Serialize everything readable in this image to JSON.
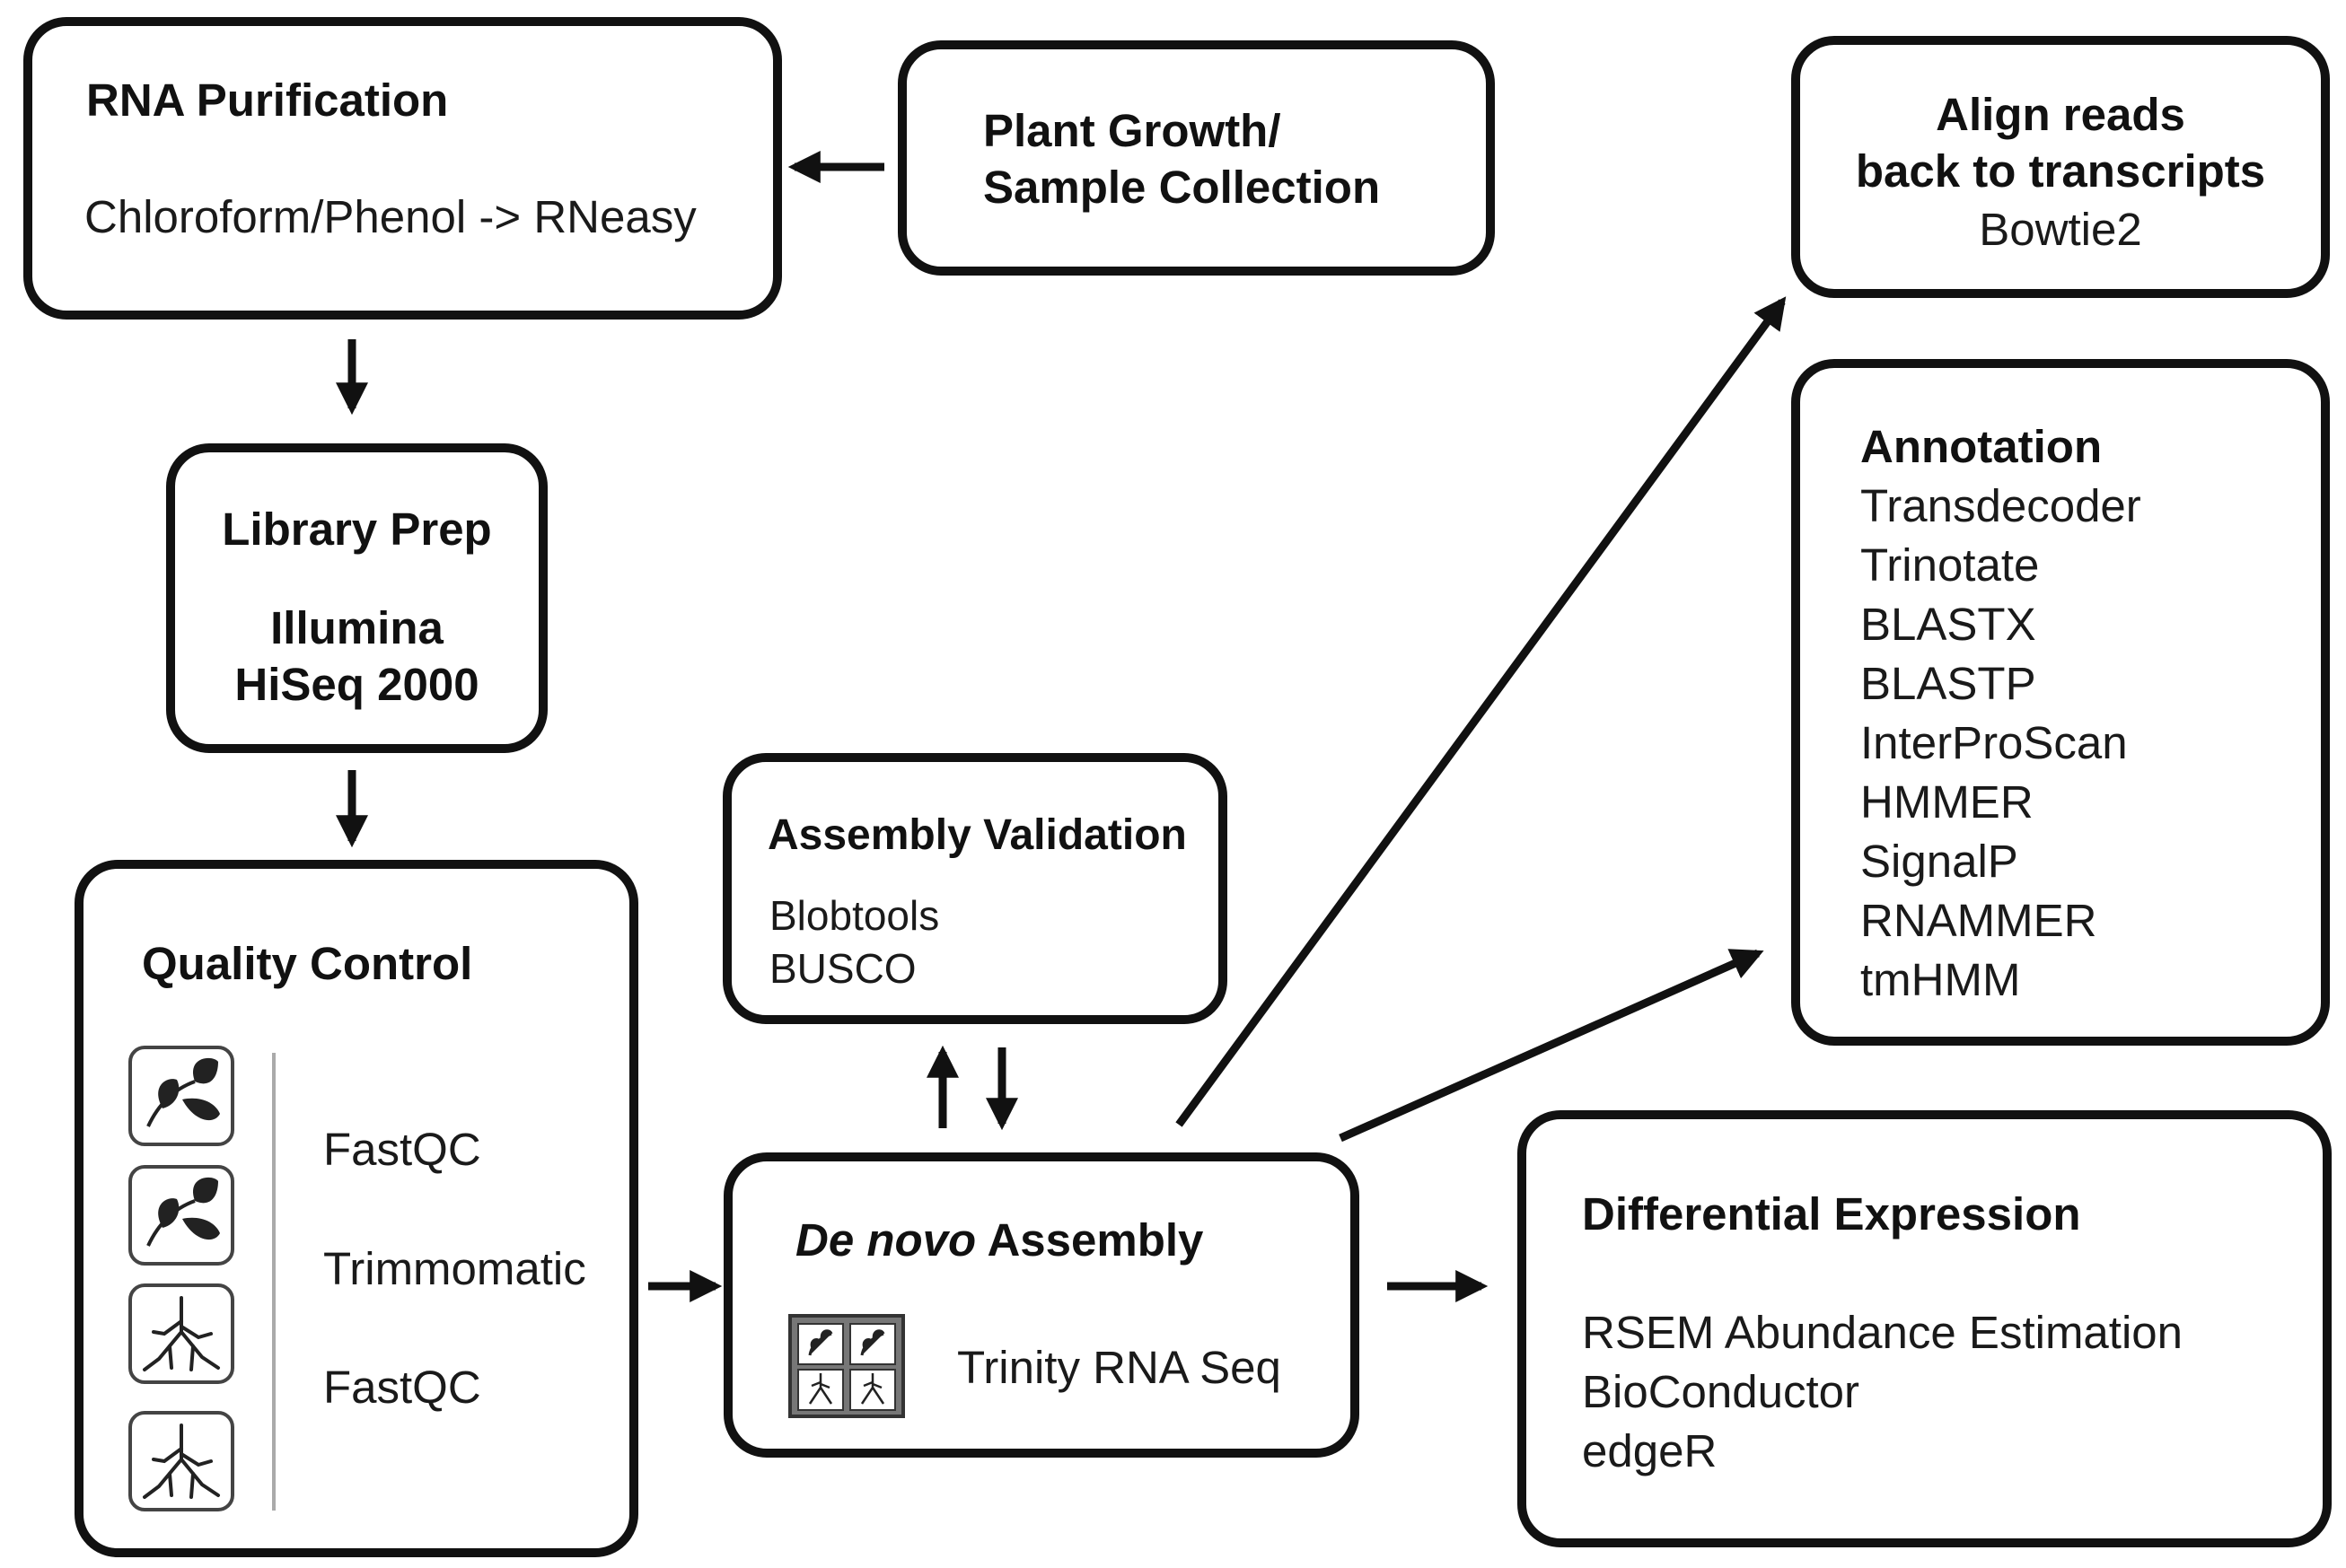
{
  "rna_purification": {
    "title": "RNA Purification",
    "body": "Chloroform/Phenol -> RNeasy"
  },
  "plant_growth": {
    "line1": "Plant Growth/",
    "line2": "Sample Collection"
  },
  "library_prep": {
    "title": "Library Prep",
    "line1": "Illumina",
    "line2": "HiSeq 2000"
  },
  "quality_control": {
    "title": "Quality Control",
    "tools": [
      "FastQC",
      "Trimmomatic",
      "FastQC"
    ],
    "icons": [
      "leaf-icon",
      "leaf-icon",
      "root-icon",
      "root-icon"
    ]
  },
  "assembly_validation": {
    "title": "Assembly Validation",
    "tools": [
      "Blobtools",
      "BUSCO"
    ]
  },
  "de_novo": {
    "title_italic": "De novo",
    "title_rest": " Assembly",
    "tool": "Trinity RNA Seq",
    "icon": "sample-grid-icon"
  },
  "align_reads": {
    "line1": "Align reads",
    "line2": "back to transcripts",
    "tool": "Bowtie2"
  },
  "annotation": {
    "title": "Annotation",
    "tools": [
      "Transdecoder",
      "Trinotate",
      "BLASTX",
      "BLASTP",
      "InterProScan",
      "HMMER",
      "SignalP",
      "RNAMMER",
      "tmHMM"
    ]
  },
  "differential_expression": {
    "title": "Differential Expression",
    "tools": [
      "RSEM Abundance Estimation",
      "BioConductor",
      "edgeR"
    ]
  }
}
